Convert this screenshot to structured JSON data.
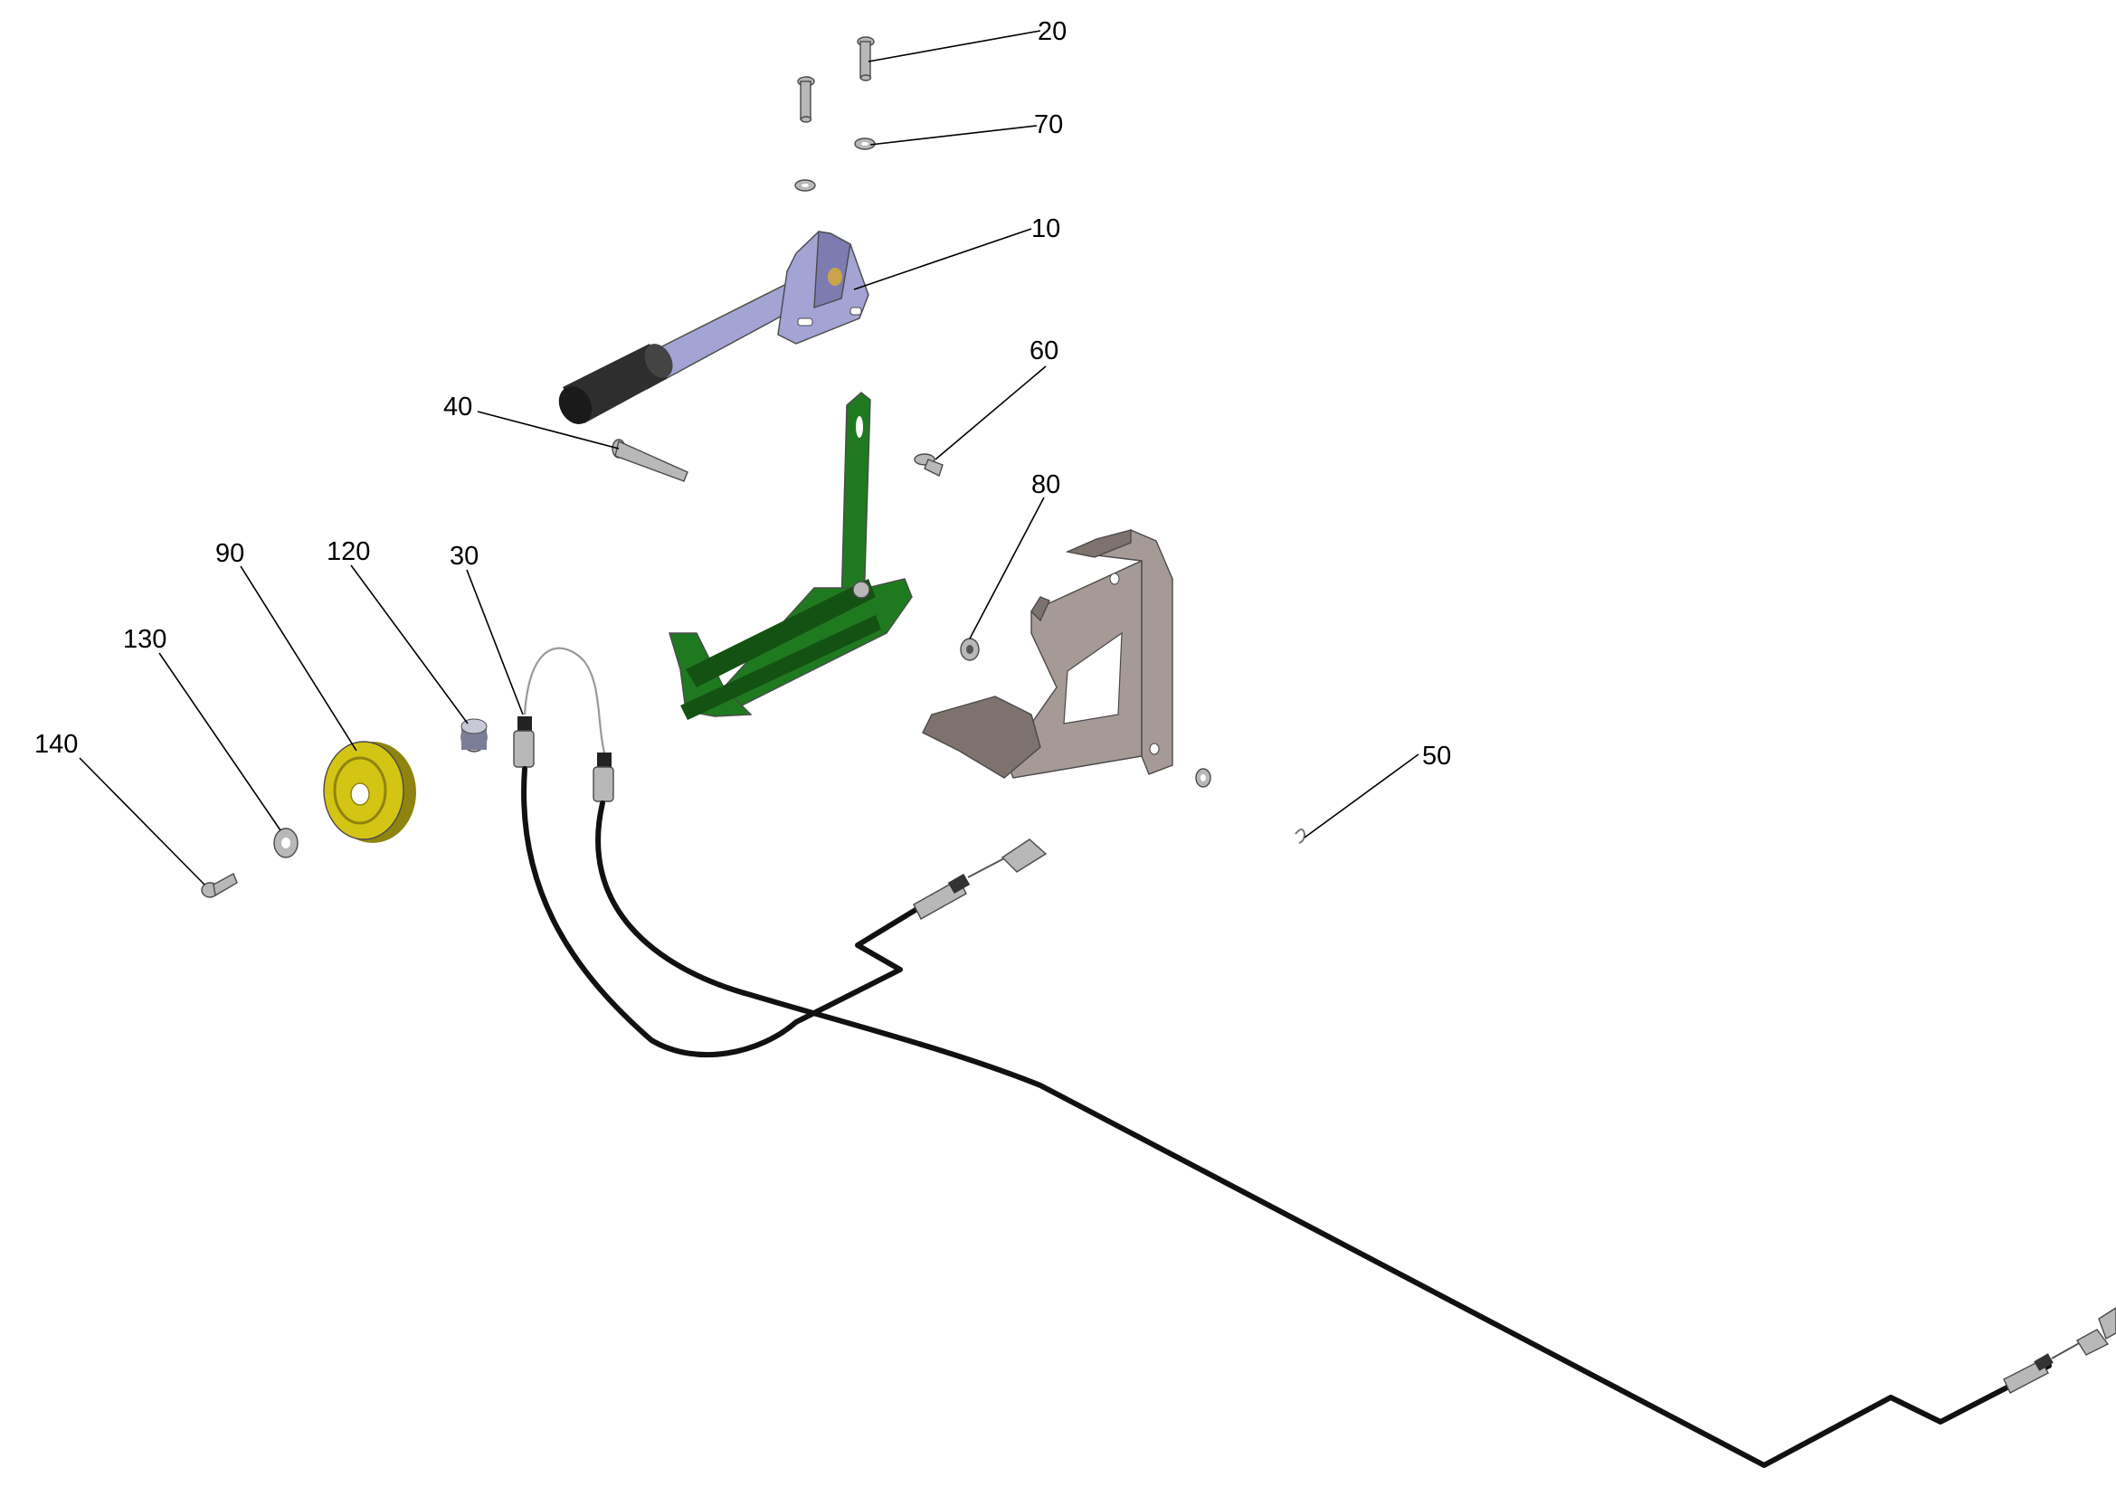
{
  "colors": {
    "lever": "#a3a3d4",
    "lever_dark": "#7c7cb0",
    "grip": "#2e2e2e",
    "pedal": "#1f7a1f",
    "pedal_dark": "#145214",
    "bracket": "#a69a96",
    "bracket_dark": "#7e726e",
    "pulley": "#d4c414",
    "pulley_dark": "#8f8410",
    "hardware": "#b8b8b8",
    "cable": "#111111",
    "callout": "#000000"
  },
  "callouts": [
    {
      "id": "c20",
      "label": "20"
    },
    {
      "id": "c70",
      "label": "70"
    },
    {
      "id": "c10",
      "label": "10"
    },
    {
      "id": "c60",
      "label": "60"
    },
    {
      "id": "c40",
      "label": "40"
    },
    {
      "id": "c80",
      "label": "80"
    },
    {
      "id": "c90",
      "label": "90"
    },
    {
      "id": "c120",
      "label": "120"
    },
    {
      "id": "c30",
      "label": "30"
    },
    {
      "id": "c130",
      "label": "130"
    },
    {
      "id": "c140",
      "label": "140"
    },
    {
      "id": "c50",
      "label": "50"
    }
  ]
}
